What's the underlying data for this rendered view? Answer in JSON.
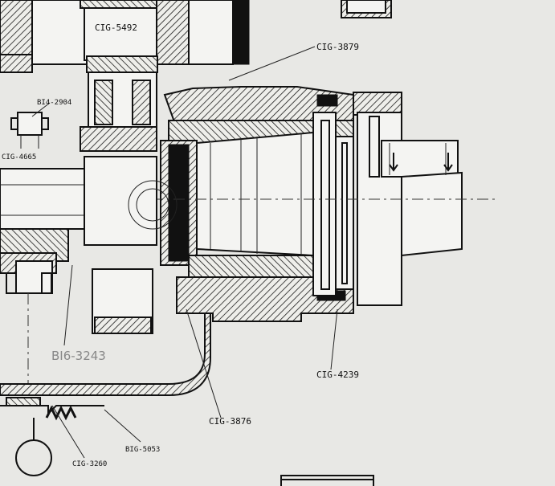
{
  "labels": {
    "cig_5492": "CIG-5492",
    "cig_3879": "CIG-3879",
    "bi4_2904": "BI4-2904",
    "cig_4665": "CIG-4665",
    "bi6_3243": "BI6-3243",
    "cig_4239": "CIG-4239",
    "cig_3876": "CIG-3876",
    "big_5053": "BIG-5053",
    "cig_3260": "CIG-3260"
  }
}
